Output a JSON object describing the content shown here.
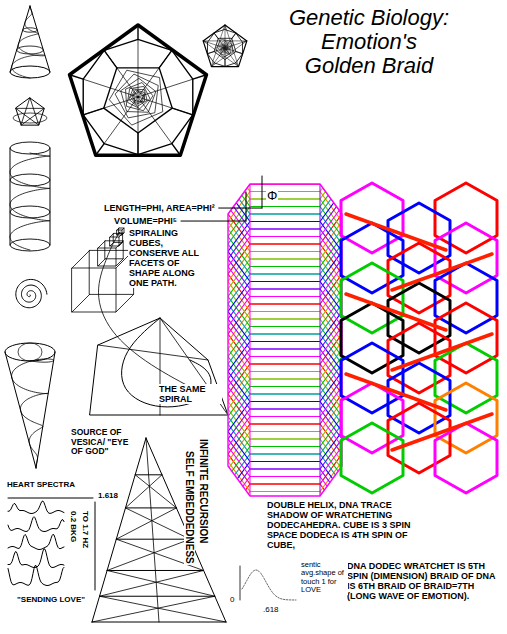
{
  "diagram": {
    "title": "Genetic Biology: Emotion's Golden Braid",
    "labels": [
      "LENGTH=PHI, AREA=PHI²",
      "Φ",
      "VOLUME=PHI⁵",
      "SPIRALING CUBES, CONSERVE ALL FACETS OF SHAPE ALONG ONE PATH.",
      "THE SAME SPIRAL",
      "SOURCE OF VESICA/ \"EYE OF GOD\"",
      "INFINITE RECURSION",
      "SELF EMBEDDEDNESS",
      "HEART SPECTRA",
      "1.618",
      "0.2 BKG",
      "TO 1.7 HZ",
      "\"SENDING LOVE\"",
      "DOUBLE HELIX, DNA TRACE SHADOW OF WRATCHETING DODECAHEDRA. CUBE IS 3 SPIN SPACE DODECA IS 4TH SPIN OF CUBE,",
      "DNA DODEC WRATCHET IS 5TH SPIN (DIMENSION) BRAID OF DNA IS 6TH BRAID OF BRAID=7TH (LONG WAVE OF EMOTION).",
      "sentic avg.shape of touch 1 for LOVE",
      ".618",
      "0"
    ]
  }
}
